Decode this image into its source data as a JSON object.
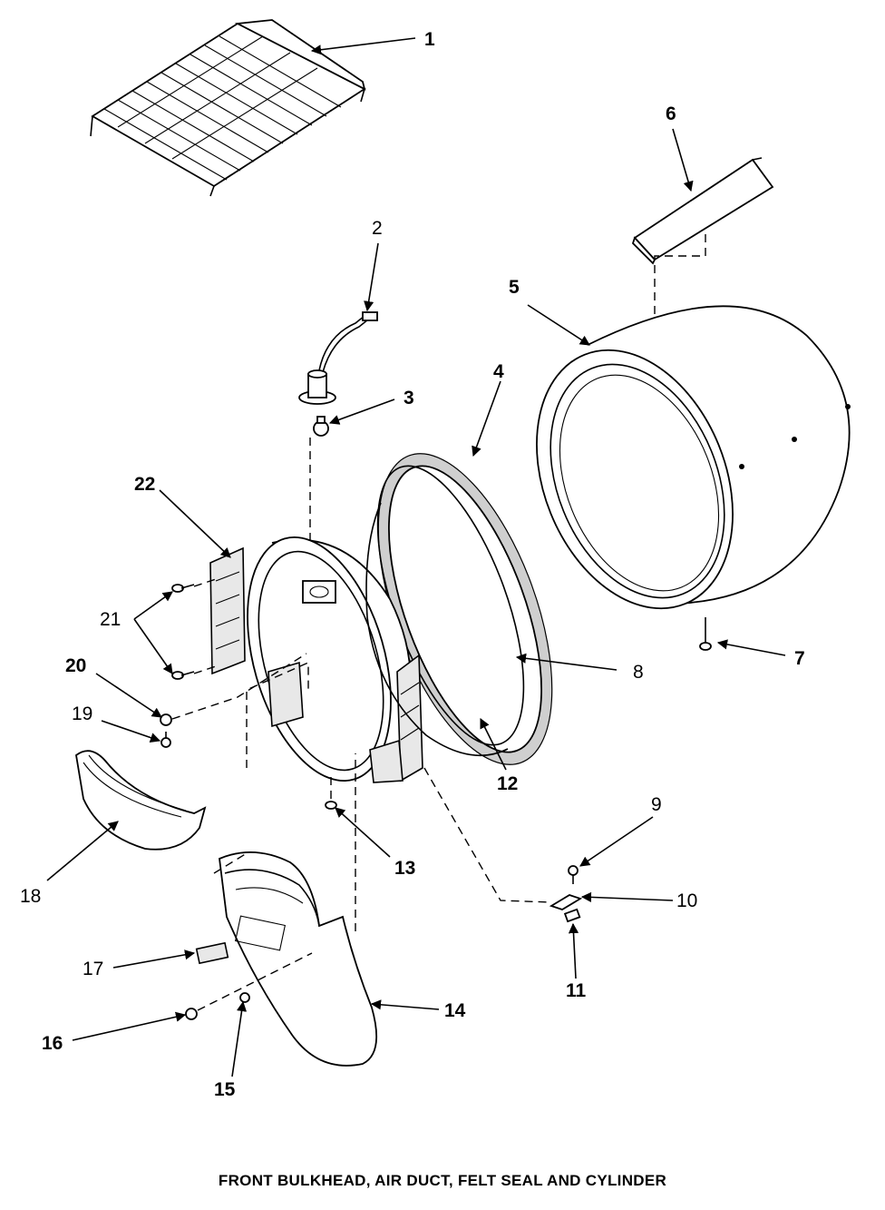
{
  "diagram": {
    "caption": "FRONT BULKHEAD, AIR DUCT, FELT SEAL AND CYLINDER",
    "callouts": [
      "1",
      "2",
      "3",
      "4",
      "5",
      "6",
      "7",
      "8",
      "9",
      "10",
      "11",
      "12",
      "13",
      "14",
      "15",
      "16",
      "17",
      "18",
      "19",
      "20",
      "21",
      "22"
    ]
  }
}
